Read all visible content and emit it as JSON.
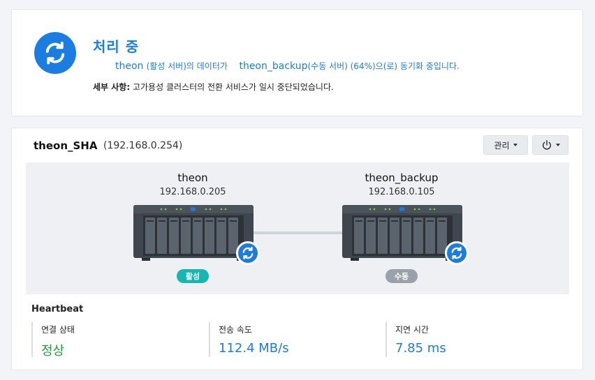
{
  "status": {
    "title": "처리 중",
    "source_host": "theon",
    "source_role": "(활성 서버)의 데이터가",
    "target_host": "theon_backup",
    "target_role": "(수동 서버) (64%)으(로) 동기화 중입니다.",
    "progress_percent": 64,
    "detail_label": "세부 사항:",
    "detail_text": "고가용성 클러스터의 전환 서비스가 일시 중단되었습니다."
  },
  "cluster": {
    "name": "theon_SHA",
    "ip": "(192.168.0.254)",
    "manage_label": "관리",
    "power_icon": "power-icon"
  },
  "nodes": [
    {
      "name": "theon",
      "ip": "192.168.0.205",
      "role_badge": "활성",
      "badge_color": "#16b7b0"
    },
    {
      "name": "theon_backup",
      "ip": "192.168.0.105",
      "role_badge": "수동",
      "badge_color": "#9aa1a8"
    }
  ],
  "heartbeat": {
    "title": "Heartbeat",
    "metrics": [
      {
        "label": "연결 상태",
        "value": "정상",
        "color": "#1f9e3a"
      },
      {
        "label": "전송 속도",
        "value": "112.4 MB/s",
        "color": "#1a7ddf"
      },
      {
        "label": "지연 시간",
        "value": "7.85 ms",
        "color": "#1a7ddf"
      }
    ]
  },
  "colors": {
    "accent": "#1a7ddf",
    "active": "#16b7b0",
    "passive": "#9aa1a8",
    "ok": "#1f9e3a"
  }
}
